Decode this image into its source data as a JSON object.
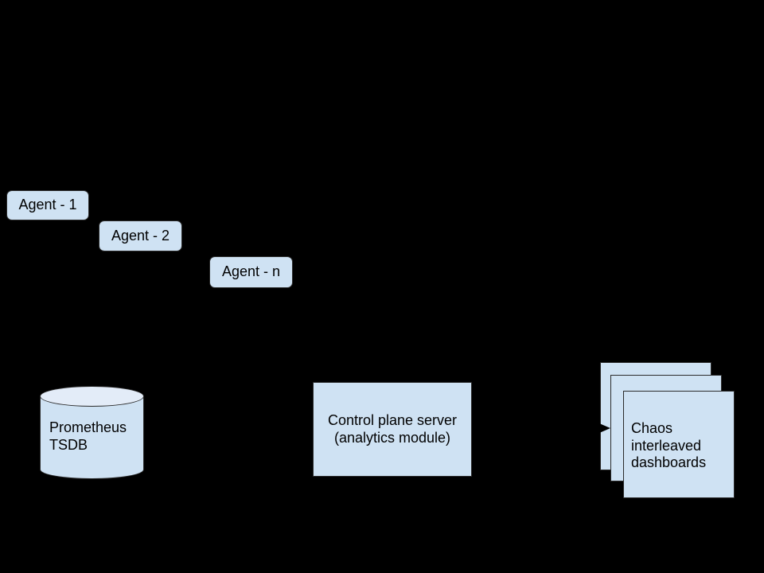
{
  "background_color": "#000000",
  "colors": {
    "node_fill": "#cfe2f3",
    "cylinder_top_fill": "#e3ecf8",
    "node_border": "#2b2b2b",
    "text": "#000000",
    "arrow": "#000000"
  },
  "agents": [
    {
      "label": "Agent - 1"
    },
    {
      "label": "Agent - 2"
    },
    {
      "label": "Agent - n"
    }
  ],
  "prometheus": {
    "lines": [
      "Prometheus",
      "TSDB"
    ]
  },
  "control_plane": {
    "lines": [
      "Control plane server",
      "(analytics module)"
    ]
  },
  "dashboards": {
    "lines": [
      "Chaos",
      "interleaved",
      "dashboards"
    ]
  }
}
